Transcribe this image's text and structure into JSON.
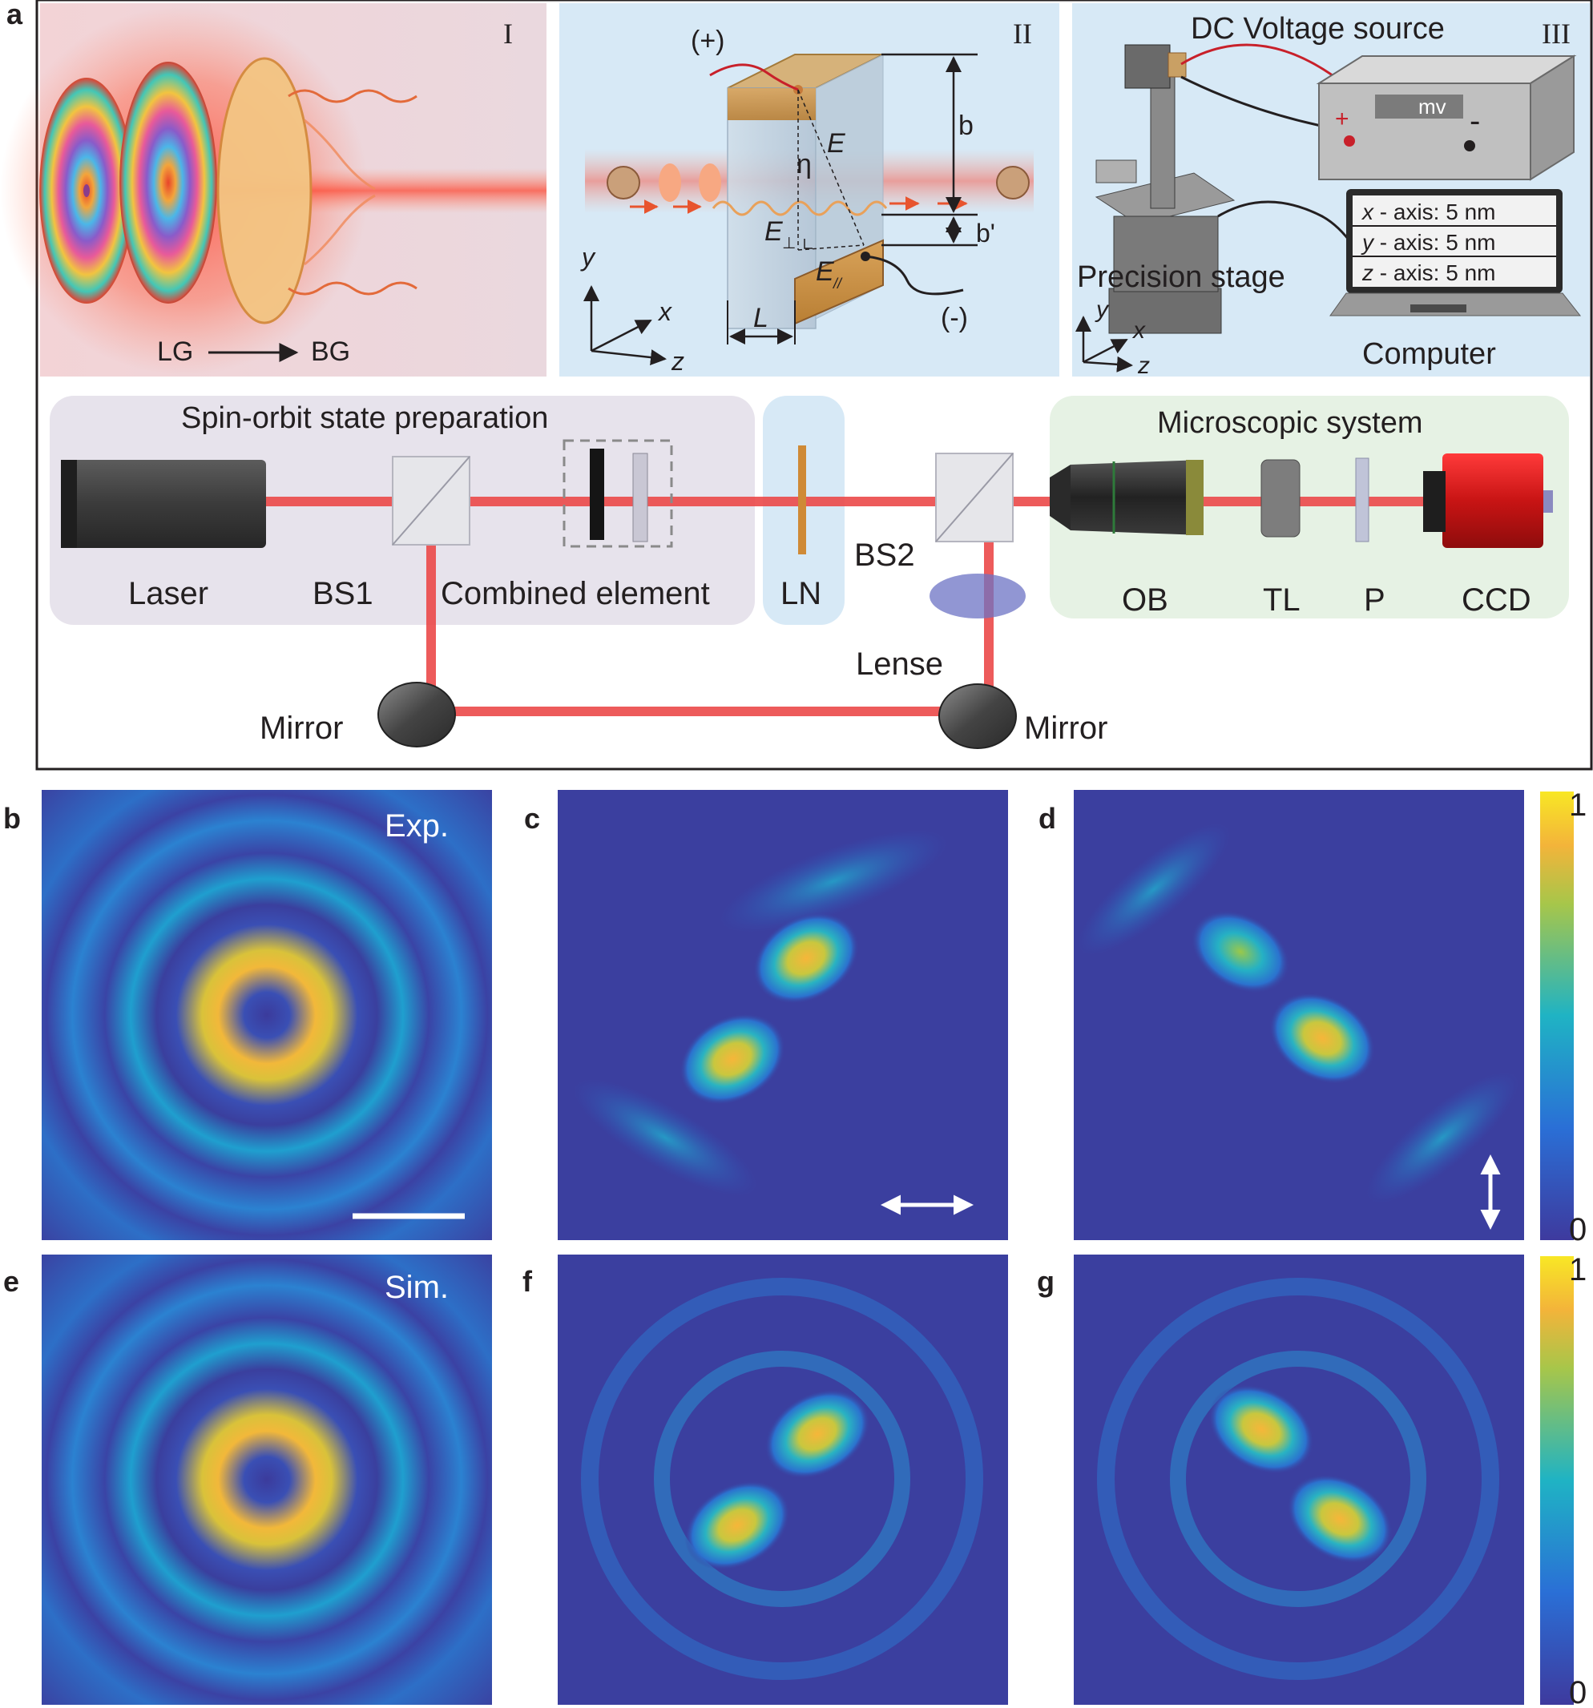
{
  "panel_letters": {
    "a": "a",
    "b": "b",
    "c": "c",
    "d": "d",
    "e": "e",
    "f": "f",
    "g": "g"
  },
  "insets": {
    "i": {
      "roman": "I",
      "lg": "LG",
      "bg": "BG"
    },
    "ii": {
      "roman": "II",
      "plus": "(+)",
      "minus": "(-)",
      "eta": "η",
      "e": "E",
      "e_perp": "E",
      "perp_sub": "⊥",
      "e_par": "E",
      "par_sub": "//",
      "b": "b",
      "b_prime": "b'",
      "l": "L",
      "axis_y": "y",
      "axis_x": "x",
      "axis_z": "z"
    },
    "iii": {
      "roman": "III",
      "dc_title": "DC Voltage source",
      "mv": "mv",
      "plus": "+",
      "minus": "-",
      "screen_rows": [
        {
          "axis": "x",
          "text": " - axis: 5 nm"
        },
        {
          "axis": "y",
          "text": " - axis: 5 nm"
        },
        {
          "axis": "z",
          "text": " - axis: 5 nm"
        }
      ],
      "precision_stage": "Precision stage",
      "computer": "Computer",
      "axis_y": "y",
      "axis_x": "x",
      "axis_z": "z"
    }
  },
  "setup": {
    "spin_orbit_title": "Spin-orbit state preparation",
    "microscope_title": "Microscopic system",
    "labels": {
      "laser": "Laser",
      "bs1": "BS1",
      "combined": "Combined element",
      "ln": "LN",
      "bs2": "BS2",
      "lense": "Lense",
      "ob": "OB",
      "tl": "TL",
      "p": "P",
      "ccd": "CCD",
      "mirror_left": "Mirror",
      "mirror_right": "Mirror"
    }
  },
  "intensity_maps": {
    "exp_label": "Exp.",
    "sim_label": "Sim.",
    "colorbar_top": {
      "max": "1",
      "min": "0"
    },
    "colorbar_bottom": {
      "max": "1",
      "min": "0"
    },
    "colors": {
      "low": "#3e3a9e",
      "mid": "#1fa8c9",
      "high": "#f8e725"
    }
  }
}
